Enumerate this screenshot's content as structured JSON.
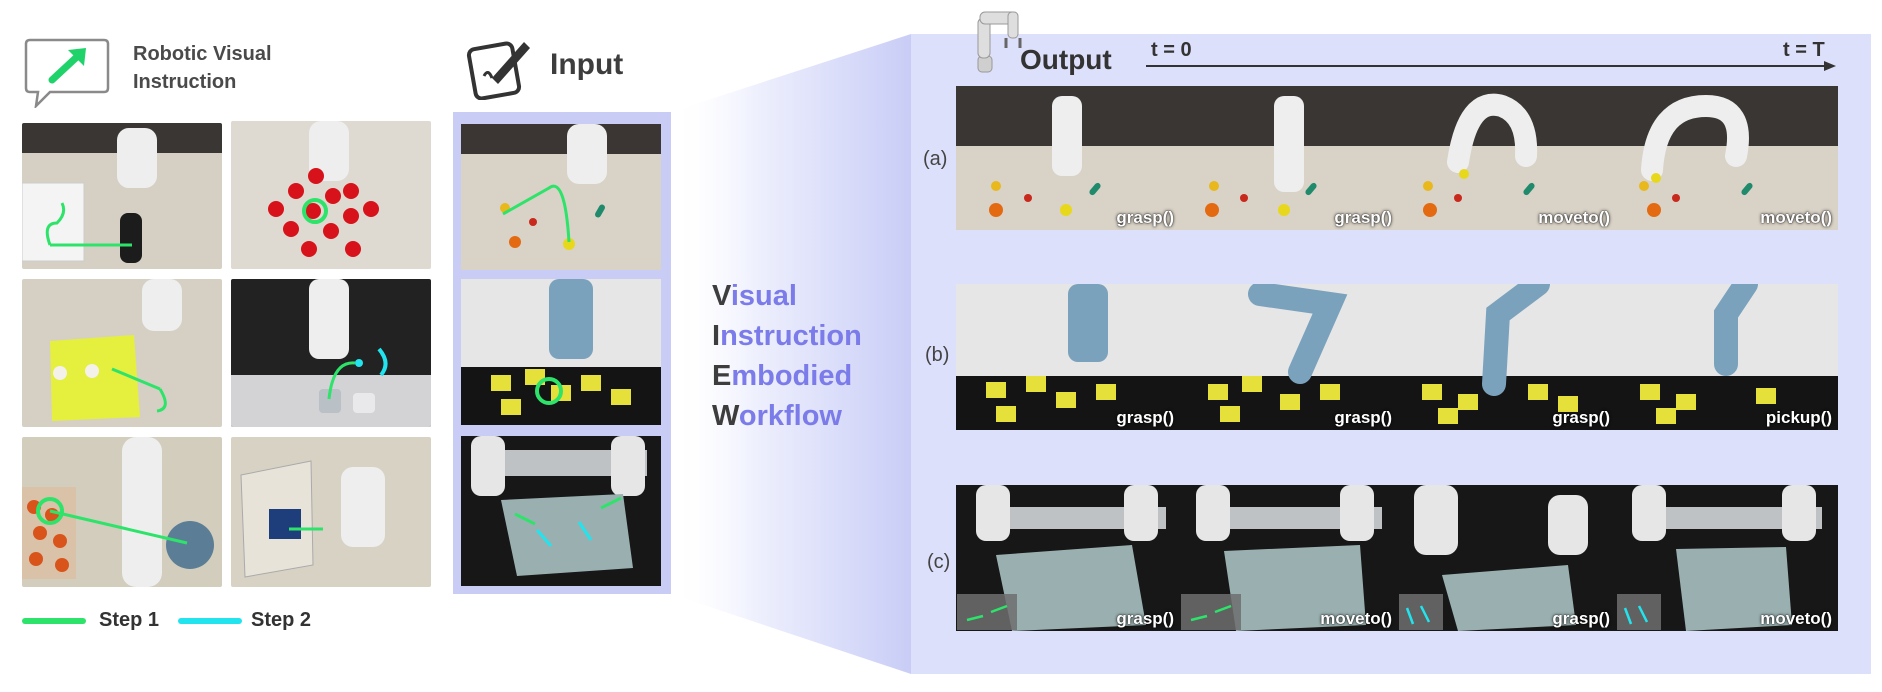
{
  "legend": {
    "title_line1": "Robotic Visual",
    "title_line2": "Instruction",
    "step1_label": "Step 1",
    "step2_label": "Step 2",
    "step1_color": "#2de36a",
    "step2_color": "#22e4ee"
  },
  "input": {
    "title": "Input"
  },
  "workflow": {
    "line1_cap": "V",
    "line1_rest": "isual",
    "line2_cap": "I",
    "line2_rest": "nstruction",
    "line3_cap": "E",
    "line3_rest": "mbodied",
    "line4_cap": "W",
    "line4_rest": "orkflow"
  },
  "output": {
    "title": "Output",
    "t_start": "t = 0",
    "t_end": "t = T",
    "rows": [
      {
        "label": "(a)",
        "actions": [
          "grasp()",
          "grasp()",
          "moveto()",
          "moveto()"
        ]
      },
      {
        "label": "(b)",
        "actions": [
          "grasp()",
          "grasp()",
          "grasp()",
          "pickup()"
        ]
      },
      {
        "label": "(c)",
        "actions": [
          "grasp()",
          "moveto()",
          "grasp()",
          "moveto()"
        ]
      }
    ]
  },
  "icons": [
    "speech-bubble-arrow-icon",
    "tablet-pen-icon",
    "robot-arm-icon"
  ]
}
